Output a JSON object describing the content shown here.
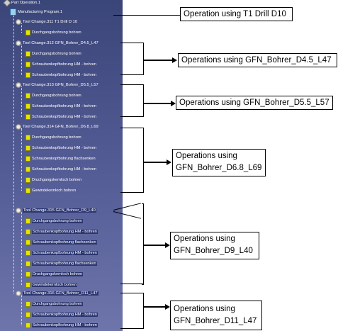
{
  "tree": {
    "part": "Part Operation.1",
    "program": "Manufacturing Program.1",
    "groups": [
      {
        "tool": "Tool Change.311  T1 Drill D 10",
        "ops": [
          "Durchgangsbohrung bohren"
        ]
      },
      {
        "tool": "Tool Change.312  GFN_Bohrer_D4.5_L47",
        "ops": [
          "Durchgangsbohrung bohren",
          "Schraubenkopfbohrung HM - bohren",
          "Schraubenkopfbohrung HM - bohren"
        ]
      },
      {
        "tool": "Tool Change.313  GFN_Bohrer_D5.5_L57",
        "ops": [
          "Durchgangsbohrung bohren",
          "Schraubenkopfbohrung HM - bohren",
          "Schraubenkopfbohrung HM - bohren"
        ]
      },
      {
        "tool": "Tool Change.314  GFN_Bohrer_D6.8_L69",
        "ops": [
          "Durchgangsbohrung bohren",
          "Schraubenkopfbohrung HM - bohren",
          "Schraubenkopfbohrung flachsenken",
          "Schraubenkopfbohrung HM - bohren",
          "Druchgangskernloch bohren",
          "Gewindekernloch bohren"
        ]
      },
      {
        "tool": "Tool Change.315  GFN_Bohrer_D9_L40",
        "ops": [
          "Durchgangsbohrung bohren",
          "Schraubenkopfbohrung HM - bohren",
          "Schraubenkopfbohrung flachsenken",
          "Schraubenkopfbohrung HM - bohren",
          "Schraubenkopfbohrung flachsenken",
          "Druchgangskernloch bohren",
          "Gewindekernloch bohren"
        ]
      },
      {
        "tool": "Tool Change.316  GFN_Bohrer_D11_L47",
        "ops": [
          "Durchgangsbohrung bohren",
          "Schraubenkopfbohrung HM - bohren",
          "Schraubenkopfbohrung HM - bohren"
        ]
      }
    ]
  },
  "callouts": {
    "c1": {
      "line1": "Operation using T1 Drill D10",
      "line2": ""
    },
    "c2": {
      "line1": "Operations using GFN_Bohrer_D4.5_L47",
      "line2": ""
    },
    "c3": {
      "line1": "Operations using GFN_Bohrer_D5.5_L57",
      "line2": ""
    },
    "c4": {
      "line1": "Operations using",
      "line2": "GFN_Bohrer_D6.8_L69"
    },
    "c5": {
      "line1": "Operations using",
      "line2": "GFN_Bohrer_D9_L40"
    },
    "c6": {
      "line1": "Operations using",
      "line2": "GFN_Bohrer_D11_L47"
    }
  }
}
